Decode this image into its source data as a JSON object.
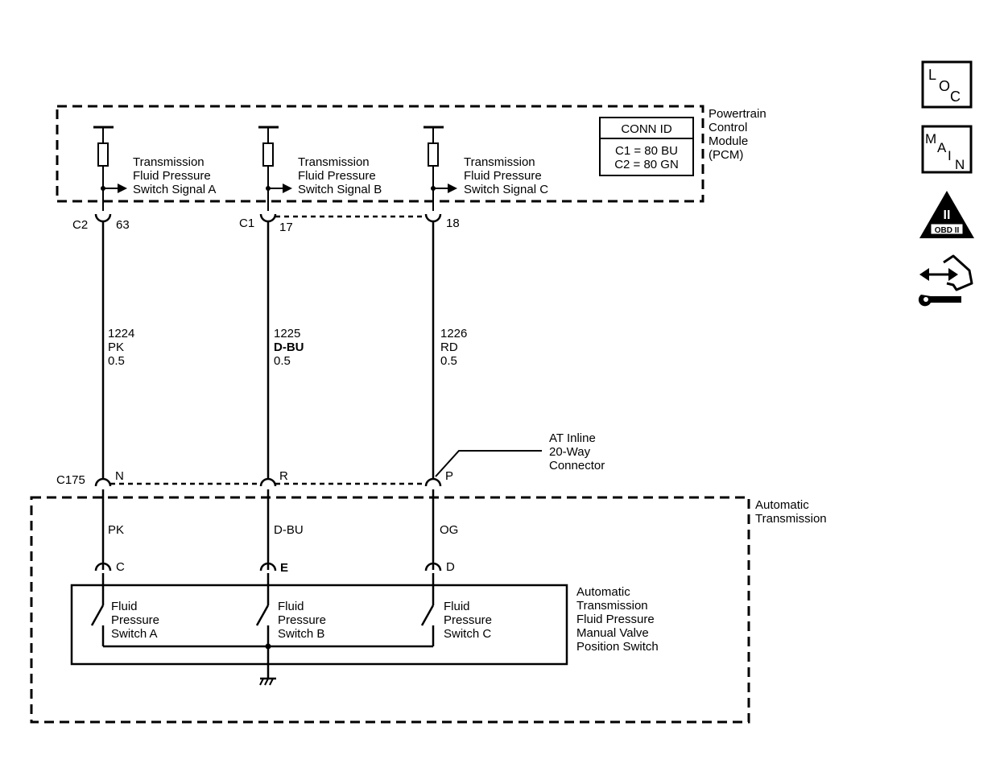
{
  "pcm": {
    "label": [
      "Powertrain",
      "Control",
      "Module",
      "(PCM)"
    ],
    "conn_id": {
      "title": "CONN ID",
      "lines": [
        "C1 = 80 BU",
        "C2 = 80 GN"
      ]
    }
  },
  "signals": [
    {
      "lines": [
        "Transmission",
        "Fluid Pressure",
        "Switch Signal A"
      ]
    },
    {
      "lines": [
        "Transmission",
        "Fluid Pressure",
        "Switch Signal B"
      ]
    },
    {
      "lines": [
        "Transmission",
        "Fluid Pressure",
        "Switch Signal C"
      ]
    }
  ],
  "pcm_connectors": [
    {
      "name": "C2",
      "pin": "63"
    },
    {
      "name": "C1",
      "pin": "17"
    },
    {
      "name": "",
      "pin": "18"
    }
  ],
  "wires": [
    {
      "circuit": "1224",
      "color": "PK",
      "size": "0.5"
    },
    {
      "circuit": "1225",
      "color": "D-BU",
      "size": "0.5"
    },
    {
      "circuit": "1226",
      "color": "RD",
      "size": "0.5"
    }
  ],
  "inline_connector": {
    "name": "C175",
    "pins": [
      "N",
      "R",
      "P"
    ],
    "label": [
      "AT Inline",
      "20-Way",
      "Connector"
    ]
  },
  "transmission": {
    "label": [
      "Automatic",
      "Transmission"
    ],
    "wire_colors": [
      "PK",
      "D-BU",
      "OG"
    ],
    "switch_pins": [
      "C",
      "E",
      "D"
    ]
  },
  "switch_assembly": {
    "label": [
      "Automatic",
      "Transmission",
      "Fluid Pressure",
      "Manual Valve",
      "Position Switch"
    ],
    "switches": [
      {
        "lines": [
          "Fluid",
          "Pressure",
          "Switch A"
        ]
      },
      {
        "lines": [
          "Fluid",
          "Pressure",
          "Switch B"
        ]
      },
      {
        "lines": [
          "Fluid",
          "Pressure",
          "Switch C"
        ]
      }
    ]
  },
  "side_icons": [
    {
      "icon": "loc-icon",
      "letters": [
        "L",
        "O",
        "C"
      ]
    },
    {
      "icon": "main-icon",
      "letters": [
        "M",
        "A",
        "I",
        "N"
      ]
    },
    {
      "icon": "obd-ii-icon",
      "numeral": "II",
      "caption": "OBD II"
    },
    {
      "icon": "service-hand-icon"
    }
  ]
}
